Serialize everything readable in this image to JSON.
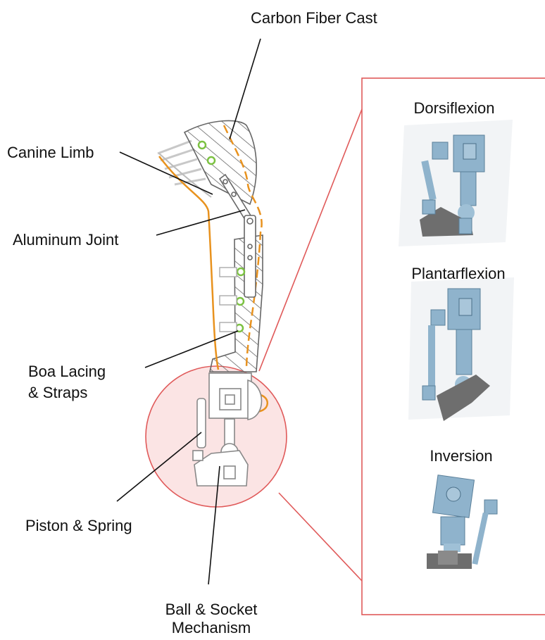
{
  "labels": {
    "carbon_fiber_cast": "Carbon Fiber Cast",
    "canine_limb": "Canine Limb",
    "aluminum_joint": "Aluminum Joint",
    "boa_lacing_line1": "Boa Lacing",
    "boa_lacing_line2": "& Straps",
    "piston_spring": "Piston & Spring",
    "ball_socket_line1": "Ball & Socket",
    "ball_socket_line2": "Mechanism"
  },
  "panel": {
    "dorsiflexion": "Dorsiflexion",
    "plantarflexion": "Plantarflexion",
    "inversion": "Inversion"
  },
  "colors": {
    "lacing": "#e8921e",
    "joint_ring": "#7cc242",
    "callout_red": "#e05a5a",
    "circle_fill": "#fbe4e4",
    "part_blue": "#8fb3cc",
    "part_gray": "#6e6e6e",
    "outline": "#666666"
  }
}
